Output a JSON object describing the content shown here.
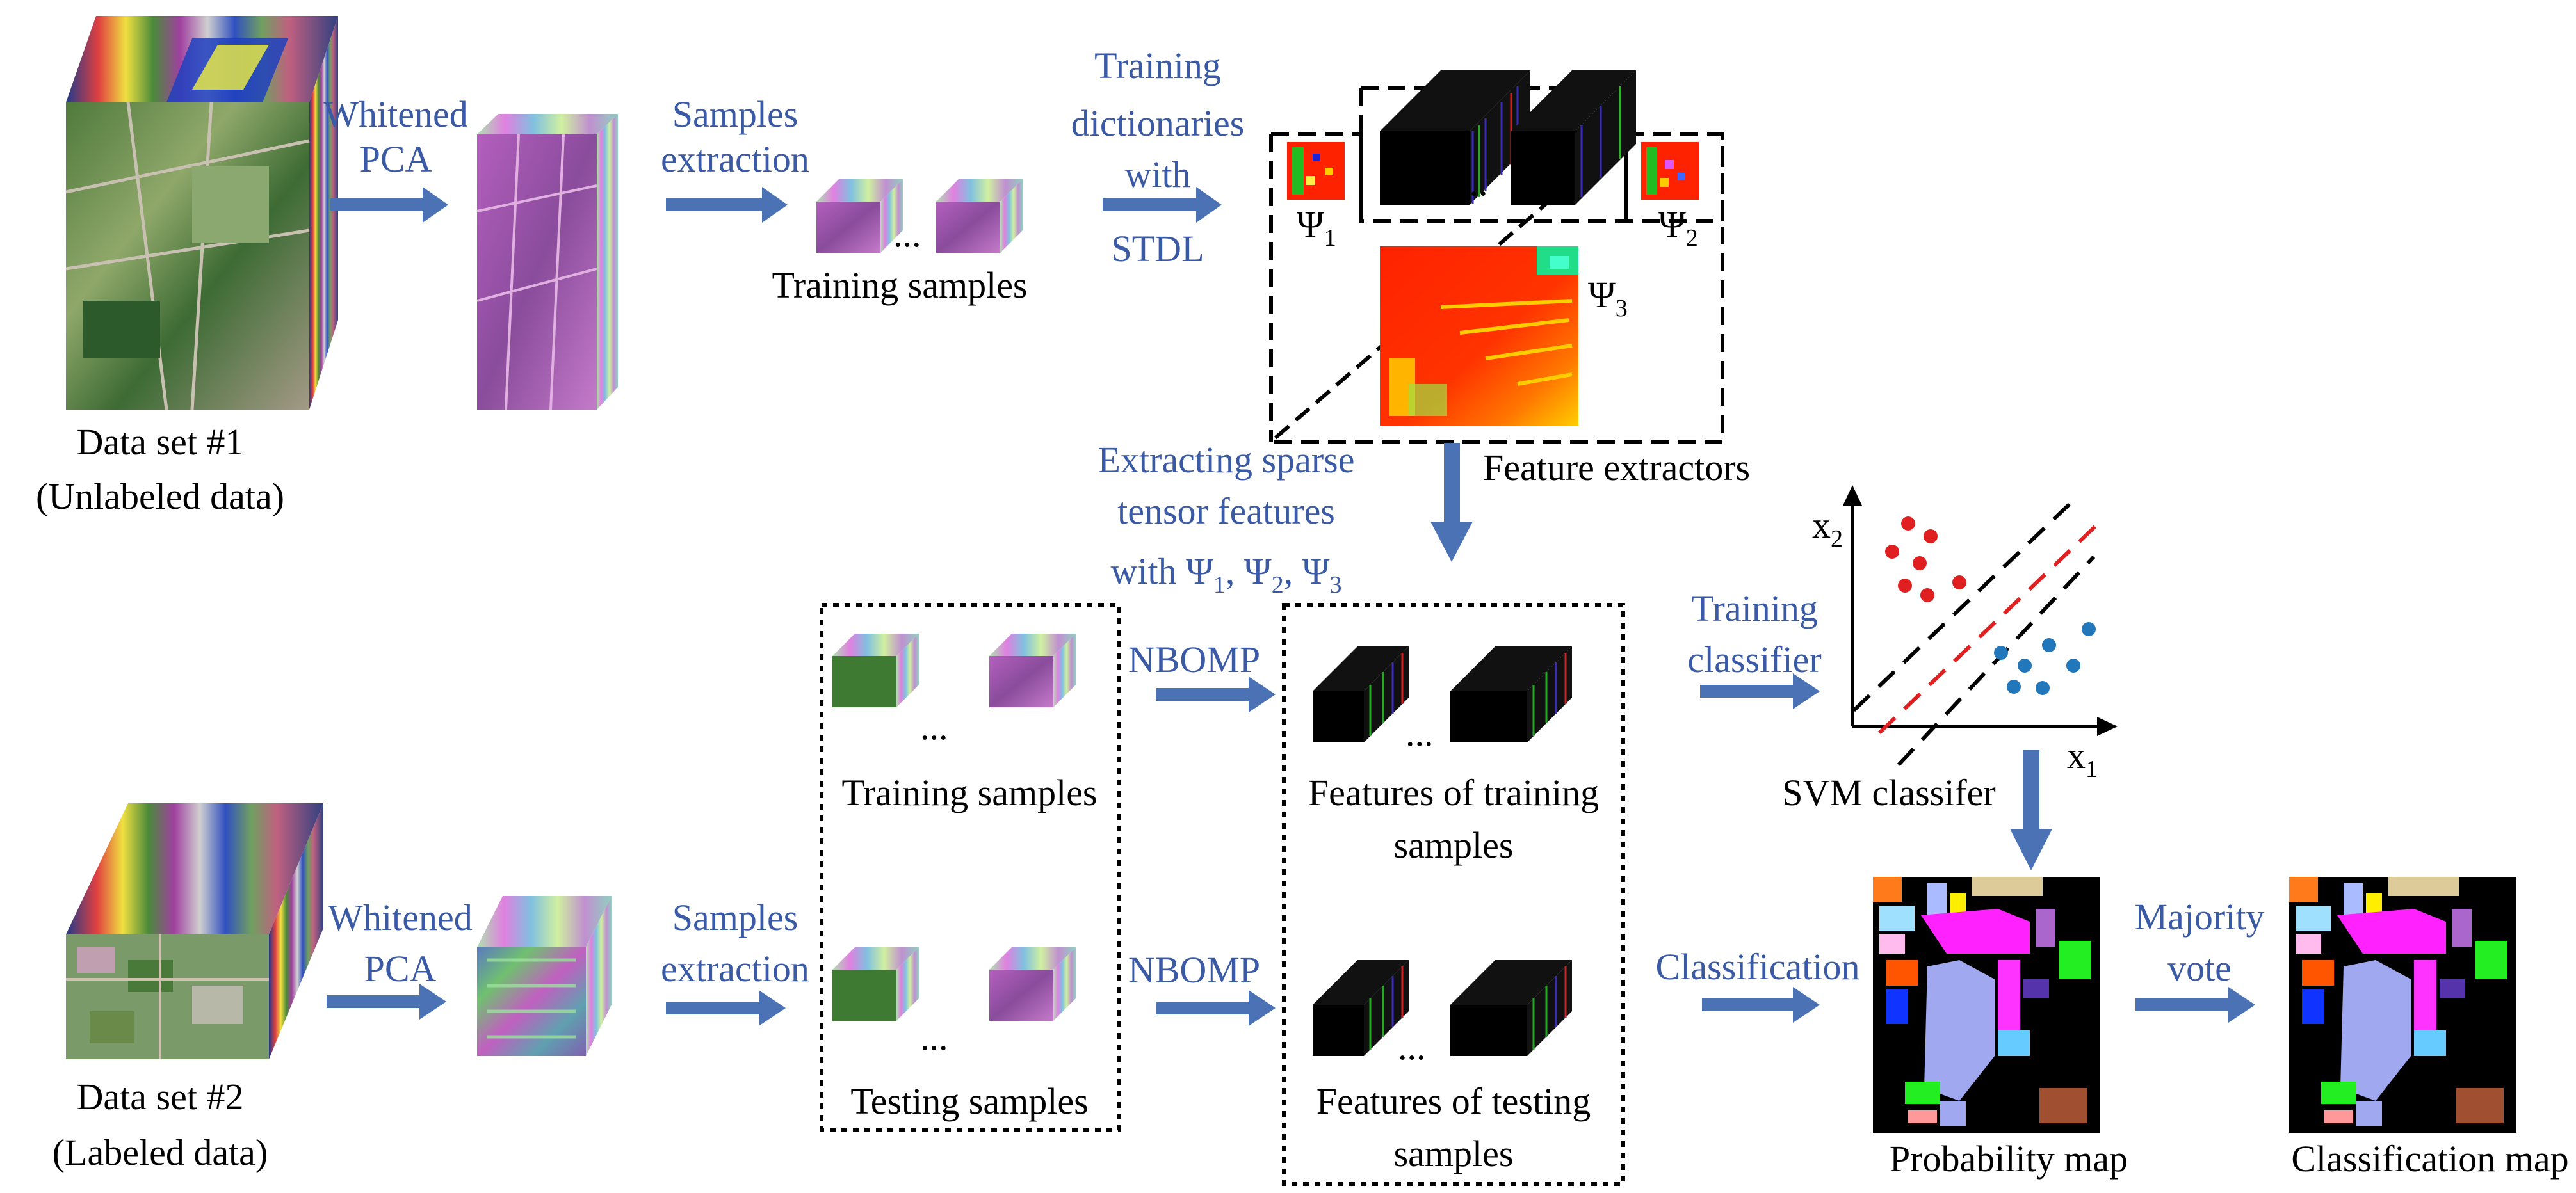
{
  "colors": {
    "arrow": "#4a72b5",
    "label_blue": "#3a5aa6",
    "dark_red": "#ff1a00",
    "svm_red": "#e02020",
    "svm_blue": "#2277bb",
    "map_black": "#000000"
  },
  "icons": [
    "hyperspectral-cube-icon",
    "feature-cube-icon",
    "dictionary-matrix-icon",
    "class-map-icon",
    "svm-plot-icon",
    "flow-arrow-icon"
  ],
  "labels": {
    "dataset1": "Data set #1",
    "dataset1_sub": "(Unlabeled data)",
    "dataset2": "Data set #2",
    "dataset2_sub": "(Labeled data)",
    "whitened": "Whitened",
    "pca": "PCA",
    "samples": "Samples",
    "extraction": "extraction",
    "training_samples": "Training samples",
    "testing_samples": "Testing samples",
    "train_dict_1": "Training",
    "train_dict_2": "dictionaries",
    "train_dict_3": "with",
    "train_dict_4": "STDL",
    "psi": "Ψ",
    "sub1": "1",
    "sub2": "2",
    "sub3": "3",
    "ellipsis": "...",
    "feature_extractors": "Feature extractors",
    "extract_1": "Extracting sparse",
    "extract_2": "tensor features",
    "extract_3_prefix": "with ",
    "extract_sep": ",  ",
    "nbomp": "NBOMP",
    "feat_train_1": "Features of training",
    "feat_train_2": "samples",
    "feat_test_1": "Features of testing",
    "feat_test_2": "samples",
    "training_classifier_1": "Training",
    "training_classifier_2": "classifier",
    "classification": "Classification",
    "x": "x",
    "svm_caption": "SVM classifer",
    "majority_1": "Majority",
    "majority_2": "vote",
    "probability_map": "Probability map",
    "classification_map": "Classification map"
  }
}
